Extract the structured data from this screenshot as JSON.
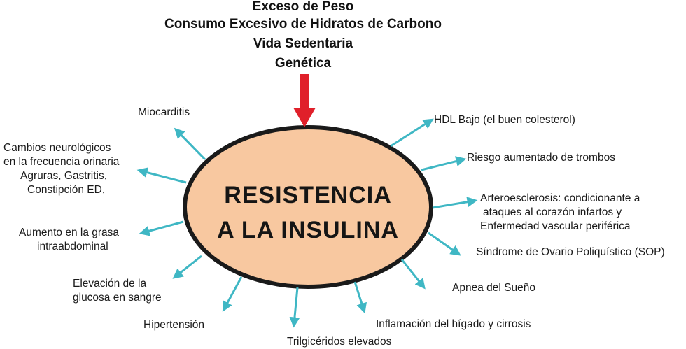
{
  "causes": [
    "Exceso de Peso",
    "Consumo Excesivo de Hidratos de Carbono",
    "Vida Sedentaria",
    "Genética"
  ],
  "center": {
    "line1": "RESISTENCIA",
    "line2": "A LA INSULINA"
  },
  "effects": {
    "miocarditis": [
      "Miocarditis"
    ],
    "cambios": [
      "Cambios neurológicos",
      "en la frecuencia orinaria",
      "Agruras, Gastritis,",
      "Constipción ED,"
    ],
    "grasa": [
      "Aumento en la grasa",
      "intraabdominal"
    ],
    "glucosa": [
      "Elevación de la",
      "glucosa en sangre"
    ],
    "hipertension": [
      "Hipertensión"
    ],
    "trigliceridos": [
      "Trilgicéridos elevados"
    ],
    "higado": [
      "Inflamación del hígado y cirrosis"
    ],
    "apnea": [
      "Apnea del Sueño"
    ],
    "sop": [
      "Síndrome de Ovario Poliquístico (SOP)"
    ],
    "arterio": [
      "Arteroesclerosis: condicionante a",
      "ataques al corazón infartos y",
      "Enfermedad vascular periférica"
    ],
    "trombos": [
      "Riesgo aumentado de trombos"
    ],
    "hdl": [
      "HDL Bajo (el buen colesterol)"
    ]
  },
  "colors": {
    "ellipse_fill": "#f8c8a0",
    "ellipse_stroke": "#1a1a1a",
    "cause_arrow": "#e0202a",
    "effect_arrow": "#3fb7c4"
  }
}
